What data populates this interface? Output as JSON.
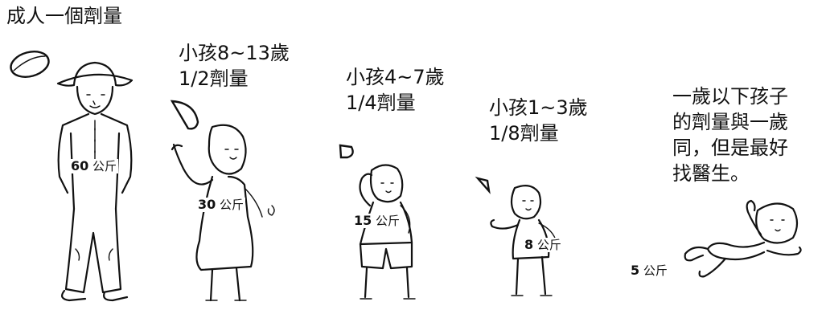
{
  "title": "成人一個劑量",
  "groups": [
    {
      "lines": [],
      "weight_num": "60",
      "weight_unit": "公斤"
    },
    {
      "lines": [
        "小孩8~13歲",
        "1/2劑量"
      ],
      "weight_num": "30",
      "weight_unit": "公斤"
    },
    {
      "lines": [
        "小孩4~7歲",
        "1/4劑量"
      ],
      "weight_num": "15",
      "weight_unit": "公斤"
    },
    {
      "lines": [
        "小孩1~3歲",
        "1/8劑量"
      ],
      "weight_num": "8",
      "weight_unit": "公斤"
    }
  ],
  "infant": {
    "lines": [
      "一歲以下孩子",
      "的劑量與一歲",
      "同，但是最好",
      "找醫生。"
    ],
    "weight_num": "5",
    "weight_unit": "公斤"
  }
}
